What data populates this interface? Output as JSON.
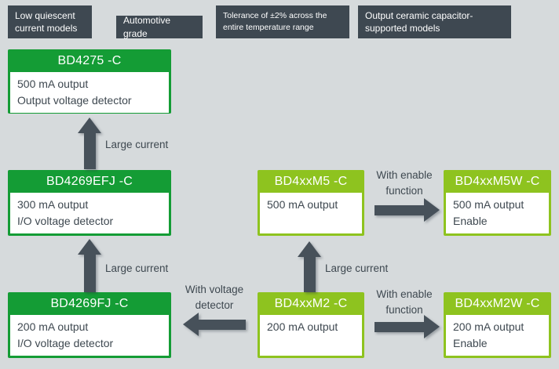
{
  "colors": {
    "background": "#D6DADC",
    "badge_bg": "#3E4851",
    "badge_text": "#FFFFFF",
    "dark_green": "#149C35",
    "lime_green": "#8EC31F",
    "box_body_bg": "#FFFFFF",
    "arrow": "#47515A",
    "body_text": "#3E4850",
    "header_text": "#FFFFFF"
  },
  "badges": [
    {
      "label": "Low quiescent current models"
    },
    {
      "label": "Automotive grade"
    },
    {
      "label": "Tolerance of ±2% across the entire temperature range"
    },
    {
      "label": "Output ceramic capacitor-supported models"
    }
  ],
  "boxes": [
    {
      "title": "BD4275 -C",
      "variant": "dark-green",
      "lines": [
        "500 mA output",
        "Output voltage detector"
      ]
    },
    {
      "title": "BD4269EFJ -C",
      "variant": "dark-green",
      "lines": [
        "300 mA output",
        "I/O voltage detector"
      ]
    },
    {
      "title": "BD4269FJ -C",
      "variant": "dark-green",
      "lines": [
        "200 mA output",
        "I/O voltage detector"
      ]
    },
    {
      "title": "BD4xxM5 -C",
      "variant": "lime-green",
      "lines": [
        "500 mA output"
      ]
    },
    {
      "title": "BD4xxM2 -C",
      "variant": "lime-green",
      "lines": [
        "200 mA output"
      ]
    },
    {
      "title": "BD4xxM5W -C",
      "variant": "lime-green",
      "lines": [
        "500 mA output",
        "Enable"
      ]
    },
    {
      "title": "BD4xxM2W -C",
      "variant": "lime-green",
      "lines": [
        "200 mA output",
        "Enable"
      ]
    }
  ],
  "labels": {
    "large_current_left_top": "Large current",
    "large_current_left_bottom": "Large current",
    "large_current_middle": "Large current",
    "with_voltage_detector": "With voltage detector",
    "with_enable_function_top": "With enable function",
    "with_enable_function_bottom": "With enable function"
  }
}
